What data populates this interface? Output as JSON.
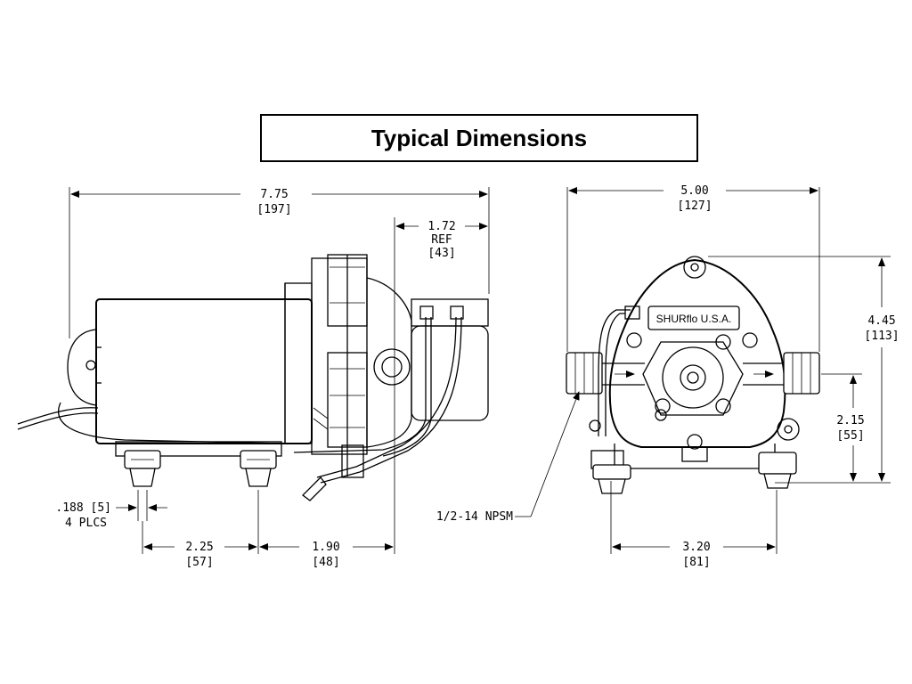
{
  "title": "Typical Dimensions",
  "side_view": {
    "overall_length": {
      "value": "7.75",
      "metric": "[197]"
    },
    "head_length": {
      "value": "1.72",
      "note": "REF",
      "metric": "[43]"
    },
    "mount_hole": {
      "value": ".188 [5]",
      "note": "4 PLCS"
    },
    "foot_spacing": {
      "value": "2.25",
      "metric": "[57]"
    },
    "foot_to_head": {
      "value": "1.90",
      "metric": "[48]"
    }
  },
  "front_view": {
    "overall_width": {
      "value": "5.00",
      "metric": "[127]"
    },
    "overall_height": {
      "value": "4.45",
      "metric": "[113]"
    },
    "port_height": {
      "value": "2.15",
      "metric": "[55]"
    },
    "foot_width": {
      "value": "3.20",
      "metric": "[81]"
    },
    "port_thread": "1/2-14 NPSM",
    "brand_label": "SHURflo U.S.A."
  }
}
